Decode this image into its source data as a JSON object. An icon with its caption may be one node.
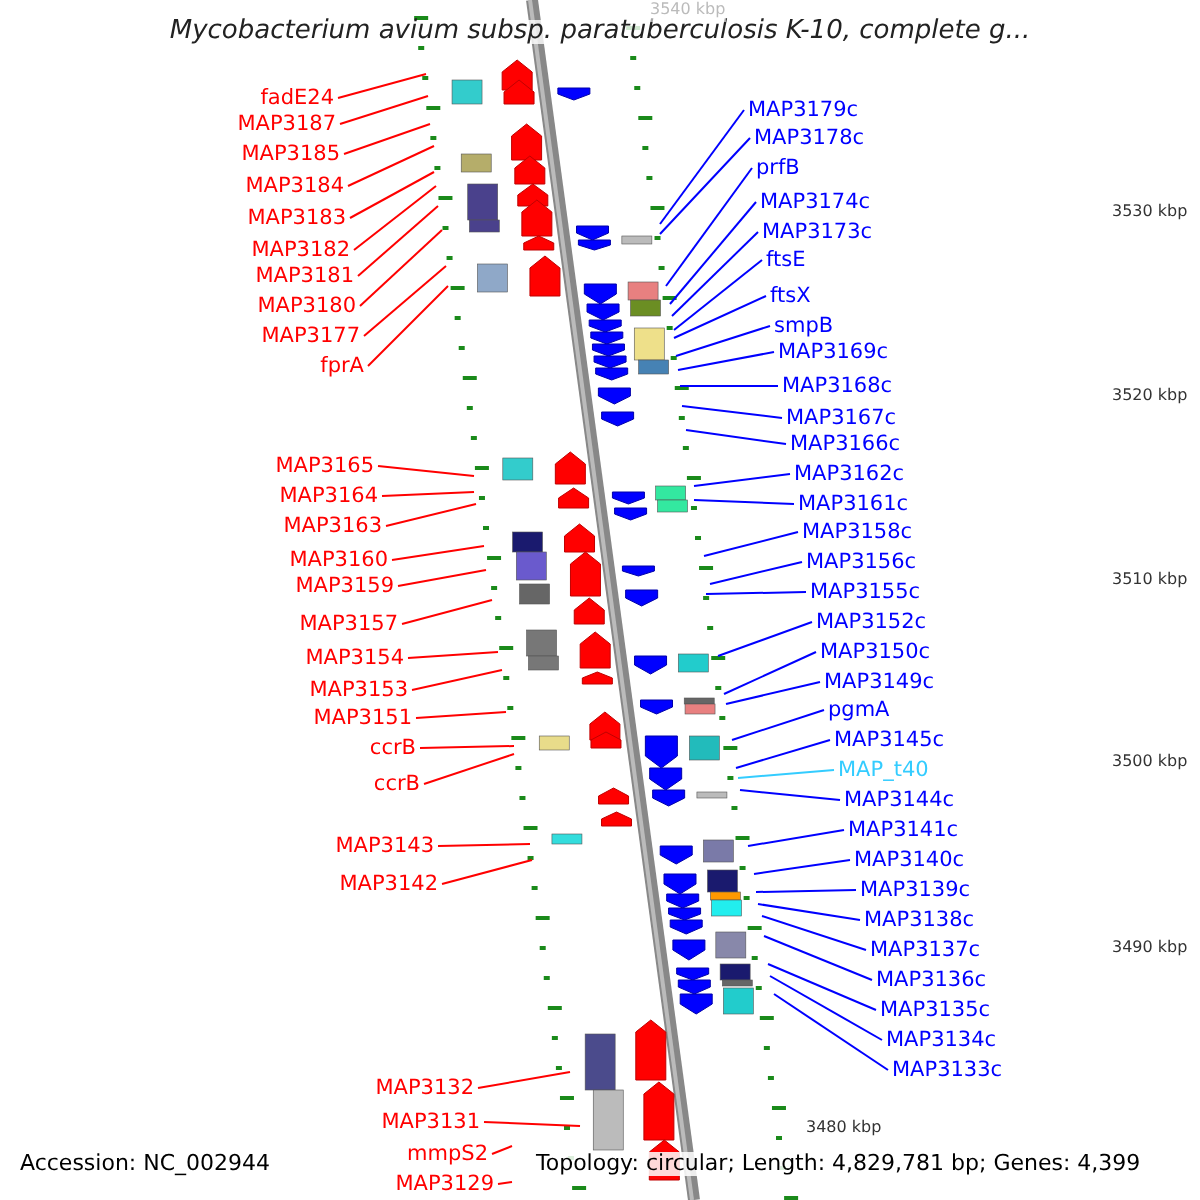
{
  "diagram": {
    "title": "Mycobacterium avium subsp. paratuberculosis K-10, complete g...",
    "nodes": [
      {
        "text": [
          "fadE24"
        ]
      },
      {
        "text": [
          "MAP3187"
        ]
      },
      {
        "text": [
          "MAP3185"
        ]
      },
      {
        "text": [
          "MAP3184"
        ]
      },
      {
        "text": [
          "MAP3183"
        ]
      },
      {
        "text": [
          "MAP3182"
        ]
      },
      {
        "text": [
          "MAP3181"
        ]
      },
      {
        "text": [
          "MAP3180"
        ]
      },
      {
        "text": [
          "MAP3177"
        ]
      },
      {
        "text": [
          "fprA"
        ]
      },
      {
        "text": [
          "MAP3165"
        ]
      },
      {
        "text": [
          "MAP3164"
        ]
      },
      {
        "text": [
          "MAP3163"
        ]
      },
      {
        "text": [
          "MAP3160"
        ]
      },
      {
        "text": [
          "MAP3159"
        ]
      },
      {
        "text": [
          "MAP3157"
        ]
      },
      {
        "text": [
          "MAP3154"
        ]
      },
      {
        "text": [
          "MAP3153"
        ]
      },
      {
        "text": [
          "MAP3151"
        ]
      },
      {
        "text": [
          "ccrB"
        ]
      },
      {
        "text": [
          "ccrB"
        ]
      },
      {
        "text": [
          "MAP3143"
        ]
      },
      {
        "text": [
          "MAP3142"
        ]
      },
      {
        "text": [
          "MAP3132"
        ]
      },
      {
        "text": [
          "MAP3131"
        ]
      },
      {
        "text": [
          "mmpS2"
        ]
      },
      {
        "text": [
          "MAP3129"
        ]
      },
      {
        "text": [
          "MAP3179c"
        ]
      },
      {
        "text": [
          "MAP3178c"
        ]
      },
      {
        "text": [
          "prfB"
        ]
      },
      {
        "text": [
          "MAP3174c"
        ]
      },
      {
        "text": [
          "MAP3173c"
        ]
      },
      {
        "text": [
          "ftsE"
        ]
      },
      {
        "text": [
          "ftsX"
        ]
      },
      {
        "text": [
          "smpB"
        ]
      },
      {
        "text": [
          "MAP3169c"
        ]
      },
      {
        "text": [
          "MAP3168c"
        ]
      },
      {
        "text": [
          "MAP3167c"
        ]
      },
      {
        "text": [
          "MAP3166c"
        ]
      },
      {
        "text": [
          "MAP3162c"
        ]
      },
      {
        "text": [
          "MAP3161c"
        ]
      },
      {
        "text": [
          "MAP3158c"
        ]
      },
      {
        "text": [
          "MAP3156c"
        ]
      },
      {
        "text": [
          "MAP3155c"
        ]
      },
      {
        "text": [
          "MAP3152c"
        ]
      },
      {
        "text": [
          "MAP3150c"
        ]
      },
      {
        "text": [
          "MAP3149c"
        ]
      },
      {
        "text": [
          "pgmA"
        ]
      },
      {
        "text": [
          "MAP3145c"
        ]
      },
      {
        "text": [
          "MAP_t40"
        ]
      },
      {
        "text": [
          "MAP3144c"
        ]
      },
      {
        "text": [
          "MAP3141c"
        ]
      },
      {
        "text": [
          "MAP3140c"
        ]
      },
      {
        "text": [
          "MAP3139c"
        ]
      },
      {
        "text": [
          "MAP3138c"
        ]
      },
      {
        "text": [
          "MAP3137c"
        ]
      },
      {
        "text": [
          "MAP3136c"
        ]
      },
      {
        "text": [
          "MAP3135c"
        ]
      },
      {
        "text": [
          "MAP3134c"
        ]
      },
      {
        "text": [
          "MAP3133c"
        ]
      }
    ],
    "edges": [
      {
        "from": 0,
        "to": null,
        "arrow": "none",
        "color": "#ff0000"
      },
      {
        "from": 1,
        "to": null,
        "arrow": "none",
        "color": "#ff0000"
      },
      {
        "from": 2,
        "to": null,
        "arrow": "none",
        "color": "#ff0000"
      },
      {
        "from": 3,
        "to": null,
        "arrow": "none",
        "color": "#ff0000"
      },
      {
        "from": 4,
        "to": null,
        "arrow": "none",
        "color": "#ff0000"
      },
      {
        "from": 5,
        "to": null,
        "arrow": "none",
        "color": "#ff0000"
      },
      {
        "from": 6,
        "to": null,
        "arrow": "none",
        "color": "#ff0000"
      },
      {
        "from": 7,
        "to": null,
        "arrow": "none",
        "color": "#ff0000"
      },
      {
        "from": 8,
        "to": null,
        "arrow": "none",
        "color": "#ff0000"
      },
      {
        "from": 9,
        "to": null,
        "arrow": "none",
        "color": "#ff0000"
      },
      {
        "from": 10,
        "to": null,
        "arrow": "none",
        "color": "#ff0000"
      },
      {
        "from": 11,
        "to": null,
        "arrow": "none",
        "color": "#ff0000"
      },
      {
        "from": 12,
        "to": null,
        "arrow": "none",
        "color": "#ff0000"
      },
      {
        "from": 13,
        "to": null,
        "arrow": "none",
        "color": "#ff0000"
      },
      {
        "from": 14,
        "to": null,
        "arrow": "none",
        "color": "#ff0000"
      },
      {
        "from": 15,
        "to": null,
        "arrow": "none",
        "color": "#ff0000"
      },
      {
        "from": 16,
        "to": null,
        "arrow": "none",
        "color": "#ff0000"
      },
      {
        "from": 17,
        "to": null,
        "arrow": "none",
        "color": "#ff0000"
      },
      {
        "from": 18,
        "to": null,
        "arrow": "none",
        "color": "#ff0000"
      },
      {
        "from": 19,
        "to": null,
        "arrow": "none",
        "color": "#ff0000"
      },
      {
        "from": 20,
        "to": null,
        "arrow": "none",
        "color": "#ff0000"
      },
      {
        "from": 21,
        "to": null,
        "arrow": "none",
        "color": "#ff0000"
      },
      {
        "from": 22,
        "to": null,
        "arrow": "none",
        "color": "#ff0000"
      },
      {
        "from": 23,
        "to": null,
        "arrow": "none",
        "color": "#ff0000"
      },
      {
        "from": 24,
        "to": null,
        "arrow": "none",
        "color": "#ff0000"
      },
      {
        "from": 25,
        "to": null,
        "arrow": "none",
        "color": "#ff0000"
      },
      {
        "from": 26,
        "to": null,
        "arrow": "none",
        "color": "#ff0000"
      },
      {
        "from": 27,
        "to": null,
        "arrow": "none"
      },
      {
        "from": 28,
        "to": null,
        "arrow": "none"
      },
      {
        "from": 29,
        "to": null,
        "arrow": "none"
      },
      {
        "from": 30,
        "to": null,
        "arrow": "none"
      },
      {
        "from": 31,
        "to": null,
        "arrow": "none"
      },
      {
        "from": 32,
        "to": null,
        "arrow": "none"
      },
      {
        "from": 33,
        "to": null,
        "arrow": "none"
      },
      {
        "from": 34,
        "to": null,
        "arrow": "none"
      },
      {
        "from": 35,
        "to": null,
        "arrow": "none"
      },
      {
        "from": 36,
        "to": null,
        "arrow": "none"
      },
      {
        "from": 37,
        "to": null,
        "arrow": "none"
      },
      {
        "from": 38,
        "to": null,
        "arrow": "none"
      },
      {
        "from": 39,
        "to": null,
        "arrow": "none"
      },
      {
        "from": 40,
        "to": null,
        "arrow": "none"
      },
      {
        "from": 41,
        "to": null,
        "arrow": "none"
      },
      {
        "from": 42,
        "to": null,
        "arrow": "none"
      },
      {
        "from": 43,
        "to": null,
        "arrow": "none"
      },
      {
        "from": 44,
        "to": null,
        "arrow": "none"
      },
      {
        "from": 45,
        "to": null,
        "arrow": "none"
      },
      {
        "from": 46,
        "to": null,
        "arrow": "none"
      },
      {
        "from": 47,
        "to": null,
        "arrow": "none"
      },
      {
        "from": 48,
        "to": null,
        "arrow": "none"
      },
      {
        "from": 49,
        "to": null,
        "arrow": "none",
        "color": "#33ccff"
      },
      {
        "from": 50,
        "to": null,
        "arrow": "none"
      },
      {
        "from": 51,
        "to": null,
        "arrow": "none"
      },
      {
        "from": 52,
        "to": null,
        "arrow": "none"
      },
      {
        "from": 53,
        "to": null,
        "arrow": "none"
      },
      {
        "from": 54,
        "to": null,
        "arrow": "none"
      },
      {
        "from": 55,
        "to": null,
        "arrow": "none"
      },
      {
        "from": 56,
        "to": null,
        "arrow": "none"
      },
      {
        "from": 57,
        "to": null,
        "arrow": "none"
      },
      {
        "from": 58,
        "to": null,
        "arrow": "none"
      },
      {
        "from": 59,
        "to": null,
        "arrow": "none"
      }
    ],
    "labels": [
      "3540 kbp",
      "3530 kbp",
      "3520 kbp",
      "3510 kbp",
      "3500 kbp",
      "3490 kbp",
      "3480 kbp",
      "Accession: NC_002944",
      "Topology: circular; Length: 4,829,781 bp; Genes: 4,399"
    ]
  }
}
